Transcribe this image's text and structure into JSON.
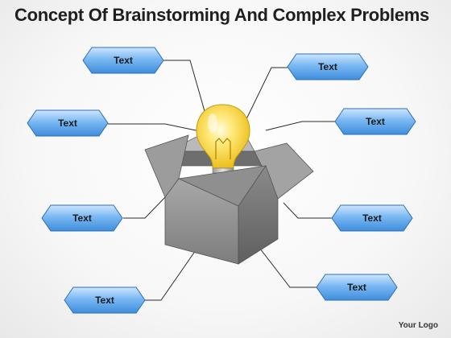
{
  "title": "Concept Of Brainstorming And Complex Problems",
  "nodes": [
    {
      "id": "top-left",
      "label": "Text"
    },
    {
      "id": "top-right",
      "label": "Text"
    },
    {
      "id": "mid-left",
      "label": "Text"
    },
    {
      "id": "mid-right",
      "label": "Text"
    },
    {
      "id": "lower-left",
      "label": "Text"
    },
    {
      "id": "lower-right",
      "label": "Text"
    },
    {
      "id": "bottom-left",
      "label": "Text"
    },
    {
      "id": "bottom-right",
      "label": "Text"
    }
  ],
  "logo": "Your Logo",
  "colors": {
    "node_fill": "#5aa0e6",
    "node_highlight": "#bcdcfb",
    "node_stroke": "#2f6fb5",
    "box": "#8a8a8a",
    "bulb": "#f5d23c",
    "connector": "#2b2b2b"
  }
}
